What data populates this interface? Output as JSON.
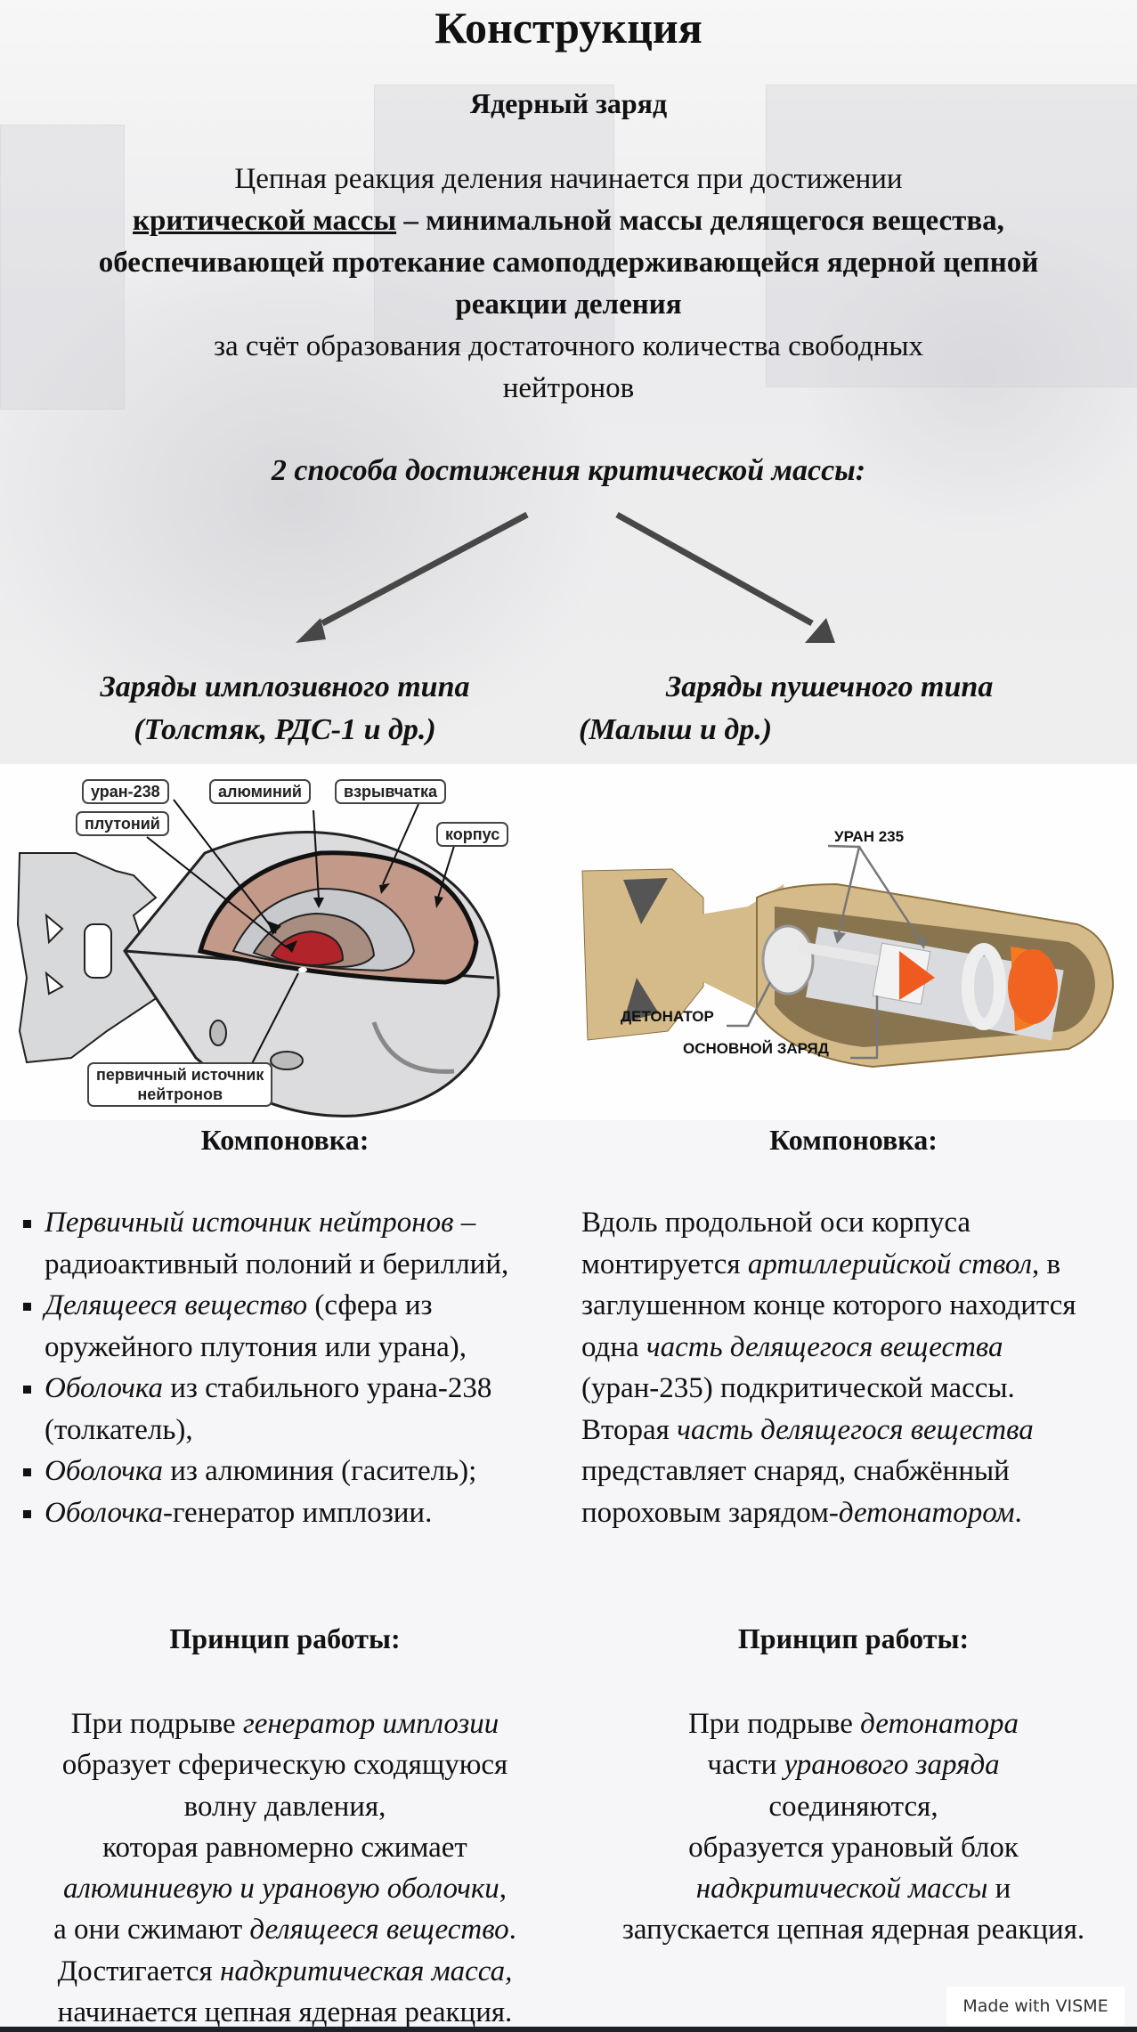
{
  "page": {
    "title": "Конструкция",
    "subtitle": "Ядерный заряд"
  },
  "intro": {
    "line1": "Цепная реакция деления начинается при достижении",
    "term": "критической массы",
    "dash": " – ",
    "definition_part1": "минимальной массы делящегося вещества,",
    "definition_part2": "обеспечивающей протекание самоподдерживающейся ядерной цепной",
    "definition_part3": "реакции деления",
    "line_after1": "за счёт образования достаточного количества свободных",
    "line_after2": "нейтронов"
  },
  "ways_heading": "2 способа достижения критической массы:",
  "types": {
    "implosion": {
      "line1": "Заряды имплозивного типа",
      "line2": "(Толстяк, РДС-1 и др.)"
    },
    "gun": {
      "line1": "Заряды пушечного типа",
      "line2": "(Малыш и др.)"
    }
  },
  "diagrams": {
    "implosion_labels": [
      "уран-238",
      "алюминий",
      "взрывчатка",
      "плутоний",
      "корпус",
      "первичный источник",
      "нейтронов"
    ],
    "gun_labels": [
      "УРАН 235",
      "ДЕТОНАТОР",
      "ОСНОВНОЙ ЗАРЯД"
    ]
  },
  "layout_section": {
    "left_heading": "Компоновка:",
    "right_heading": "Компоновка:",
    "implosion_items": [
      {
        "italic": "Первичный источник нейтронов",
        "rest": " – радиоактивный полоний и бериллий,"
      },
      {
        "italic": "Делящееся вещество",
        "rest": " (сфера из оружейного плутония или урана),"
      },
      {
        "italic": "Оболочка",
        "rest": " из стабильного урана-238 (толкатель),"
      },
      {
        "italic": "Оболочка",
        "rest": " из алюминия (гаситель);"
      },
      {
        "italic": "Оболочка",
        "rest": "-генератор имплозии."
      }
    ],
    "gun_text": {
      "p1_a": "Вдоль продольной оси корпуса монтируется ",
      "p1_i1": "артиллерийской ствол",
      "p1_b": ", в заглушенном конце которого находится одна ",
      "p1_i2": "часть делящегося вещества",
      "p1_c": " (уран-235) подкритической массы.",
      "p2_a": "Вторая ",
      "p2_i1": "часть делящегося вещества",
      "p2_b": " представляет снаряд, снабжённый пороховым зарядом-",
      "p2_i2": "детонатором",
      "p2_c": "."
    }
  },
  "principle_section": {
    "left_heading": "Принцип работы:",
    "right_heading": "Принцип работы:",
    "left": {
      "l1_a": "При подрыве ",
      "l1_i": "генератор имплозии",
      "l2": "образует сферическую сходящуюся",
      "l3": "волну давления,",
      "l4": "которая равномерно сжимает",
      "l5_i": "алюминиевую и урановую оболочки",
      "l5_b": ",",
      "l6_a": "а они сжимают ",
      "l6_i": "делящееся вещество",
      "l6_b": ".",
      "l7_a": "Достигается ",
      "l7_i": "надкритическая масса,",
      "l8": "начинается цепная ядерная реакция."
    },
    "right": {
      "l1_a": "При подрыве ",
      "l1_i": "детонатора",
      "l2_a": "части ",
      "l2_i": "уранового заряда",
      "l3": "соединяются,",
      "l4": "образуется урановый блок",
      "l5_i": "надкритической массы",
      "l5_b": " и",
      "l6": "запускается цепная ядерная реакция."
    }
  },
  "footer": {
    "badge": "Made with VISME"
  },
  "colors": {
    "text": "#111111",
    "arrow": "#474747",
    "plutonium": "#b0242a",
    "explosive": "#c39a8a",
    "aluminium": "#c8c9cc",
    "uranium238": "#a88e80",
    "gun_body": "#d6bb8a",
    "uranium235": "#f05a1e"
  }
}
